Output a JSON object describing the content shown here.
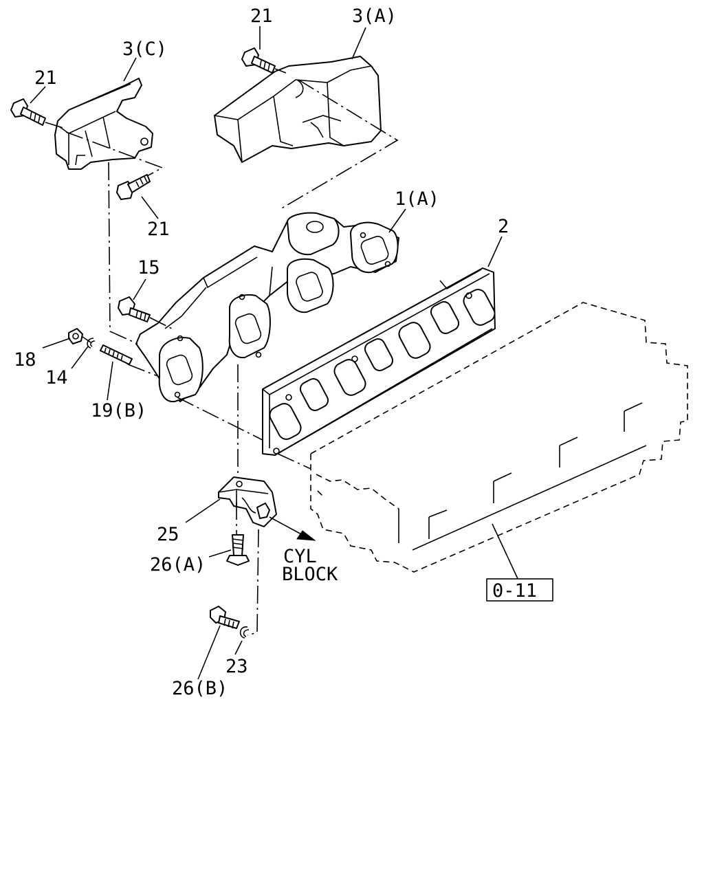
{
  "labels": {
    "l21_top": "21",
    "l3a": "3(A)",
    "l3c": "3(C)",
    "l21_left": "21",
    "l21_mid": "21",
    "l1a": "1(A)",
    "l2": "2",
    "l15": "15",
    "l18": "18",
    "l14": "14",
    "l19b": "19(B)",
    "l25": "25",
    "l26a": "26(A)",
    "l26b": "26(B)",
    "l23": "23",
    "cyl1": "CYL",
    "cyl2": "BLOCK",
    "ref": "0-11"
  }
}
